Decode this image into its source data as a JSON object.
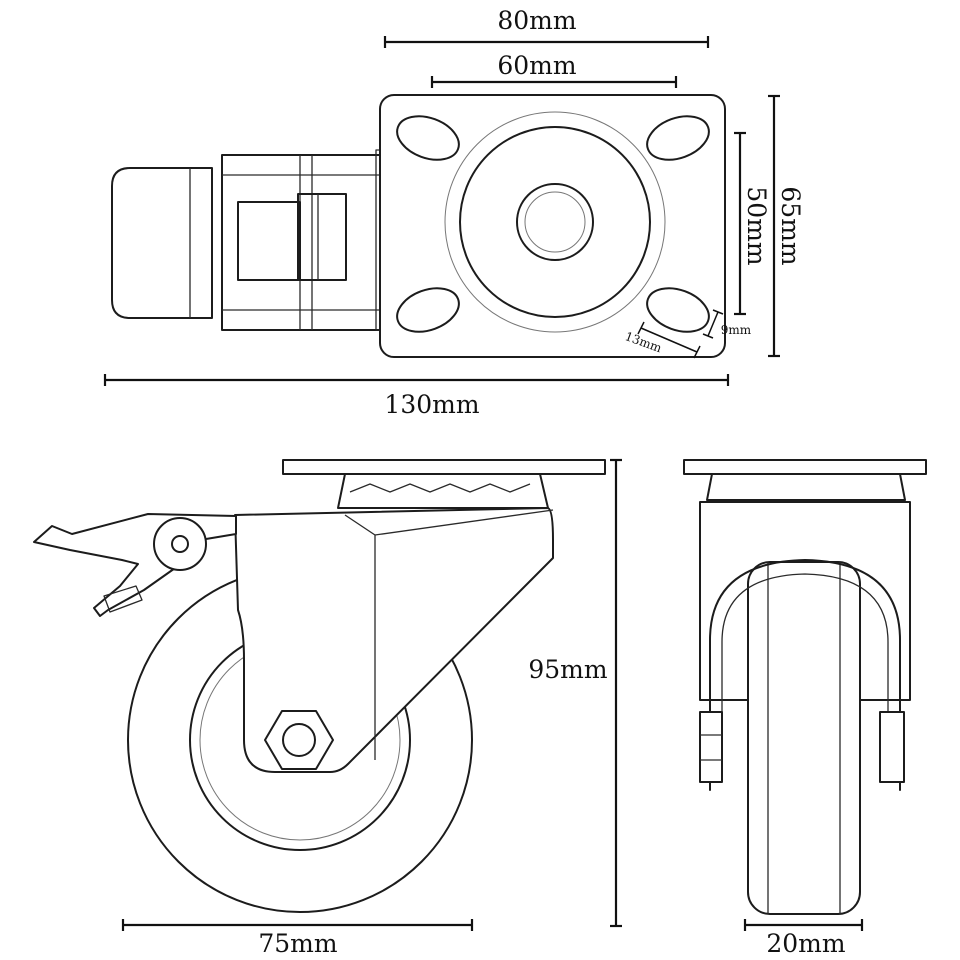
{
  "dimensions": {
    "top_plate_outer_width": "80mm",
    "top_plate_hole_spacing_width": "60mm",
    "top_plate_height": "65mm",
    "top_plate_hole_spacing_height": "50mm",
    "slot_length": "13mm",
    "slot_width": "9mm",
    "overall_length": "130mm",
    "total_height": "95mm",
    "wheel_diameter": "75mm",
    "wheel_width": "20mm"
  }
}
